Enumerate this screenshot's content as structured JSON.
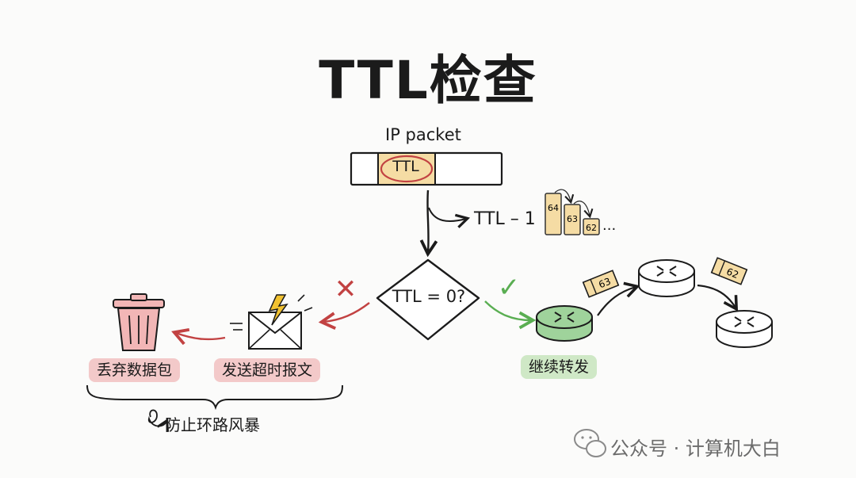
{
  "title": "TTL检查",
  "packet": {
    "label": "IP packet",
    "field": "TTL"
  },
  "decrement": {
    "label": "TTL – 1",
    "values": [
      "64",
      "63",
      "62"
    ],
    "ellipsis": "..."
  },
  "check": {
    "condition": "TTL = 0?"
  },
  "drop_branch": {
    "mark": "✕",
    "send_timeout_label": "发送超时报文",
    "discard_label": "丢弃数据包",
    "summary_label": "防止环路风暴"
  },
  "forward_branch": {
    "mark": "✓",
    "label": "继续转发",
    "tags": [
      "63",
      "62"
    ]
  },
  "watermark": {
    "text": "公众号 · 计算机大白"
  },
  "colors": {
    "drop": "#c24242",
    "forward": "#5aae52",
    "ttl_field": "#f5dca4",
    "router_active": "#9fd39b"
  }
}
